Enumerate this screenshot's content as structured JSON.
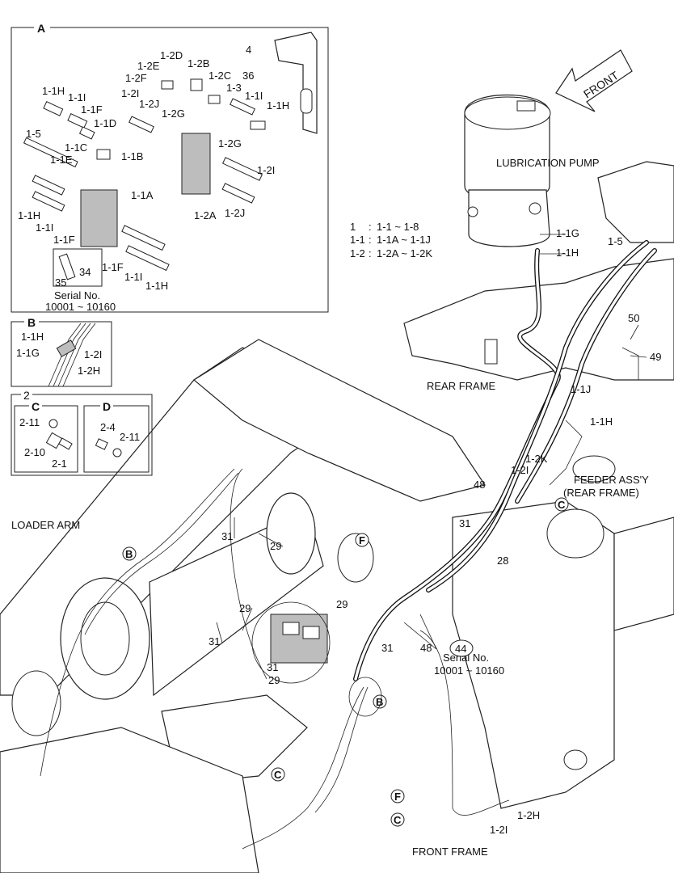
{
  "insets": {
    "a": {
      "tag": "A",
      "labels": [
        "1-2D",
        "1-2E",
        "1-2B",
        "4",
        "36",
        "1-2F",
        "1-2C",
        "1-3",
        "1-2I",
        "1-1H",
        "1-1I",
        "1-2J",
        "1-1I",
        "1-1H",
        "1-1F",
        "1-2G",
        "1-1D",
        "1-5",
        "1-1C",
        "1-1B",
        "1-2G",
        "1-1E",
        "1-2I",
        "1-1A",
        "1-1H",
        "1-2A",
        "1-2J",
        "1-1I",
        "1-1F",
        "1-1F",
        "34",
        "1-1I",
        "35",
        "1-1H"
      ],
      "serial": [
        "Serial No.",
        "10001 ~ 10160"
      ]
    },
    "b": {
      "tag": "B",
      "labels": [
        "1-1H",
        "1-1G",
        "1-2I",
        "1-2H"
      ]
    },
    "group2": {
      "tag": "2"
    },
    "c": {
      "tag": "C",
      "labels": [
        "2-11",
        "2-10",
        "2-1"
      ]
    },
    "d": {
      "tag": "D",
      "labels": [
        "2-4",
        "2-11"
      ]
    }
  },
  "legend": [
    {
      "key": "1",
      "sep": ":",
      "value": "1-1 ~ 1-8"
    },
    {
      "key": "1-1",
      "sep": ":",
      "value": "1-1A ~ 1-1J"
    },
    {
      "key": "1-2",
      "sep": ":",
      "value": "1-2A ~ 1-2K"
    }
  ],
  "main": {
    "front_arrow": "FRONT",
    "lubrication_pump": "LUBRICATION PUMP",
    "rear_frame": "REAR FRAME",
    "loader_arm": "LOADER ARM",
    "feeder": [
      "FEEDER ASS'Y",
      "(REAR FRAME)"
    ],
    "front_frame": "FRONT FRAME",
    "serial": [
      "Serial No.",
      "10001 ~ 10160"
    ],
    "callouts": [
      "1-1G",
      "1-1H",
      "1-5",
      "50",
      "49",
      "1-1J",
      "1-1H",
      "1-2K",
      "1-2I",
      "48",
      "31",
      "28",
      "31",
      "29",
      "29",
      "31",
      "31",
      "29",
      "48",
      "44",
      "1-2H",
      "1-2I"
    ],
    "circled": [
      "B",
      "C",
      "F",
      "B",
      "C",
      "F",
      "C",
      "44"
    ]
  }
}
